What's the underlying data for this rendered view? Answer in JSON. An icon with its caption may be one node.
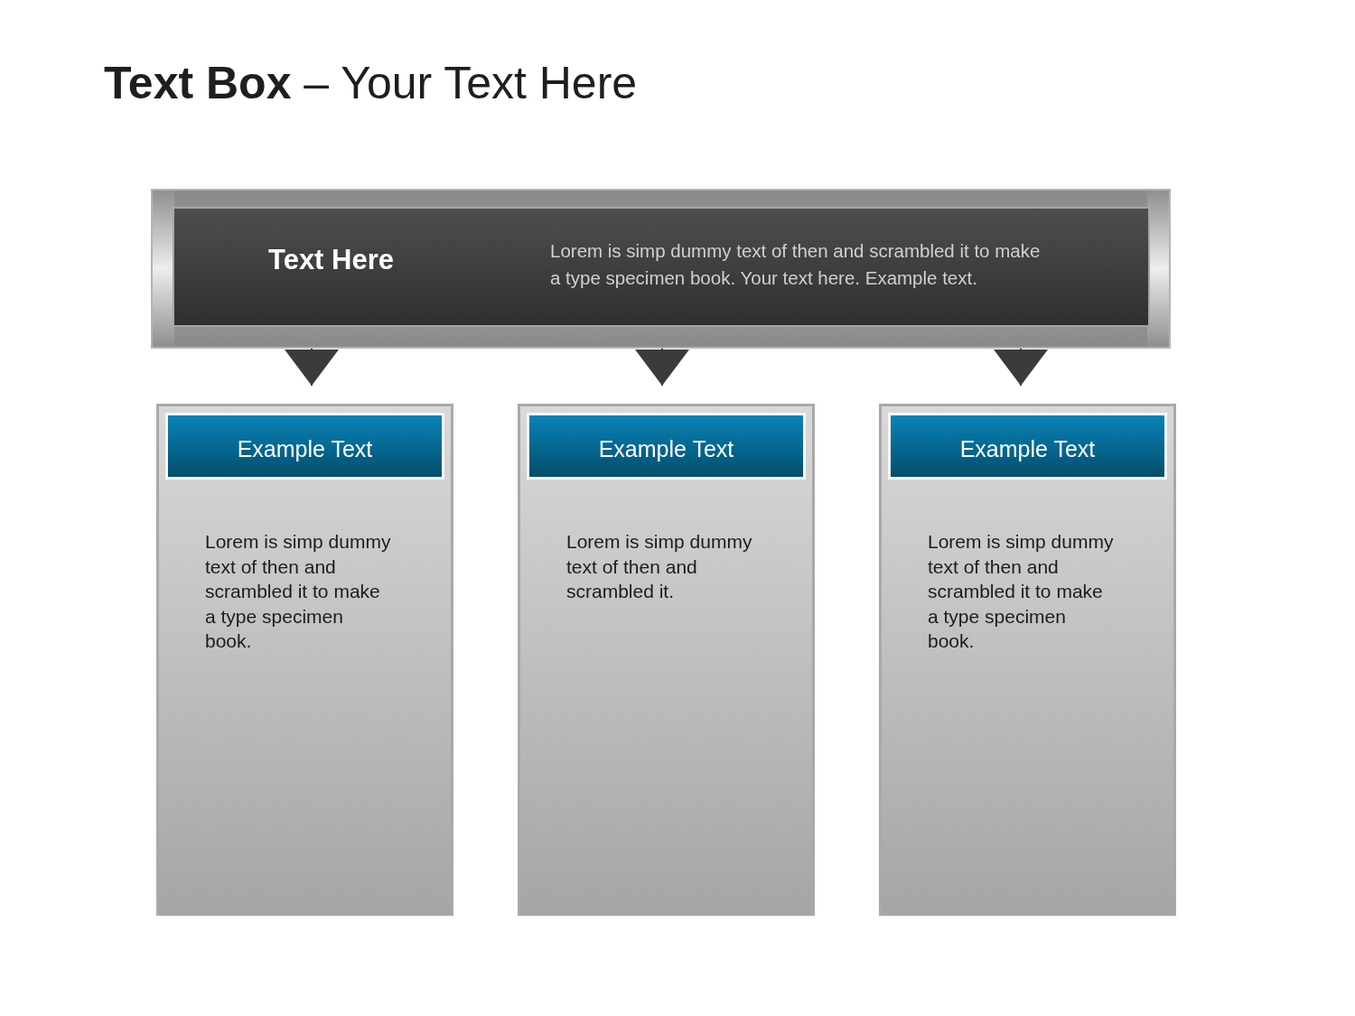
{
  "diagram": {
    "title": "**Text Box** – Your Text Here",
    "nodes": [
      {
        "text": [
          "Text Here",
          "Lorem is simp dummy text of then and scrambled it to make a type specimen book. Your text here. Example text."
        ]
      },
      {
        "text": [
          "Lorem is simp dummy text of then and scrambled it to make a type specimen book."
        ]
      },
      {
        "text": [
          "Example Text"
        ],
        "in": 1
      },
      {
        "text": [
          "Lorem is simp dummy text of then and scrambled it."
        ]
      },
      {
        "text": [
          "Example Text"
        ],
        "in": 3
      },
      {
        "text": [
          "Lorem is simp dummy text of then and scrambled it to make a type specimen book."
        ]
      },
      {
        "text": [
          "Example Text"
        ],
        "in": 5
      }
    ],
    "edges": [
      {
        "from": 0,
        "to": 1,
        "arrow": "to"
      },
      {
        "from": 0,
        "to": 3,
        "arrow": "to"
      },
      {
        "from": 0,
        "to": 5,
        "arrow": "to"
      }
    ]
  }
}
